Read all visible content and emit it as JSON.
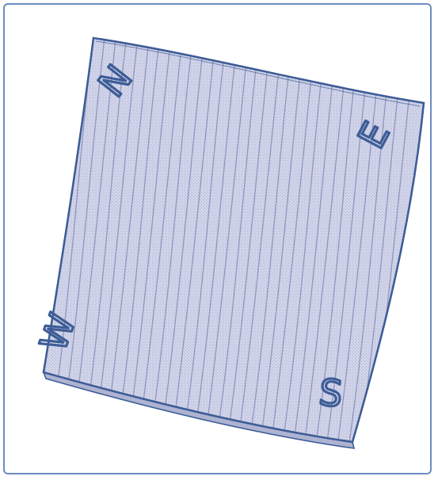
{
  "figure": {
    "frame_border_color": "#6b8cc4",
    "square_fill_color": "#c9cde4",
    "square_outline_color": "#3d5d96",
    "stripe_color": "#8f96bf",
    "letter_color": "#3d5d96"
  },
  "compass": {
    "north": "N",
    "east": "E",
    "south": "S",
    "west": "W"
  }
}
